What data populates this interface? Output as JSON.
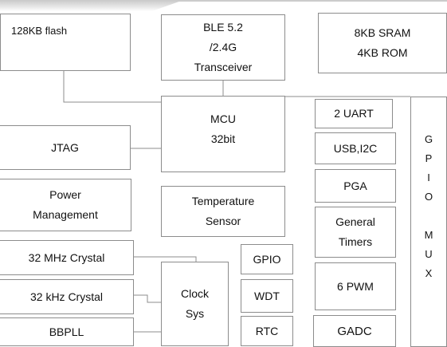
{
  "blocks": {
    "flash": "128KB flash",
    "ble": [
      "BLE 5.2",
      "/2.4G",
      "Transceiver"
    ],
    "sram": [
      "8KB SRAM",
      "4KB ROM"
    ],
    "mcu": [
      "MCU",
      "32bit"
    ],
    "jtag": "JTAG",
    "power": [
      "Power",
      "Management"
    ],
    "temp": [
      "Temperature",
      "Sensor"
    ],
    "crystal32m": "32 MHz Crystal",
    "crystal32k": "32 kHz Crystal",
    "bbpll": "BBPLL",
    "clock": [
      "Clock",
      "Sys"
    ],
    "gpio": "GPIO",
    "wdt": "WDT",
    "rtc": "RTC",
    "uart": "2 UART",
    "usb": "USB,I2C",
    "pga": "PGA",
    "timers": [
      "General",
      "Timers"
    ],
    "pwm": "6 PWM",
    "gadc": "GADC",
    "gpio_mux": [
      "G",
      "P",
      "I",
      "O",
      "",
      "M",
      "U",
      "X"
    ]
  }
}
